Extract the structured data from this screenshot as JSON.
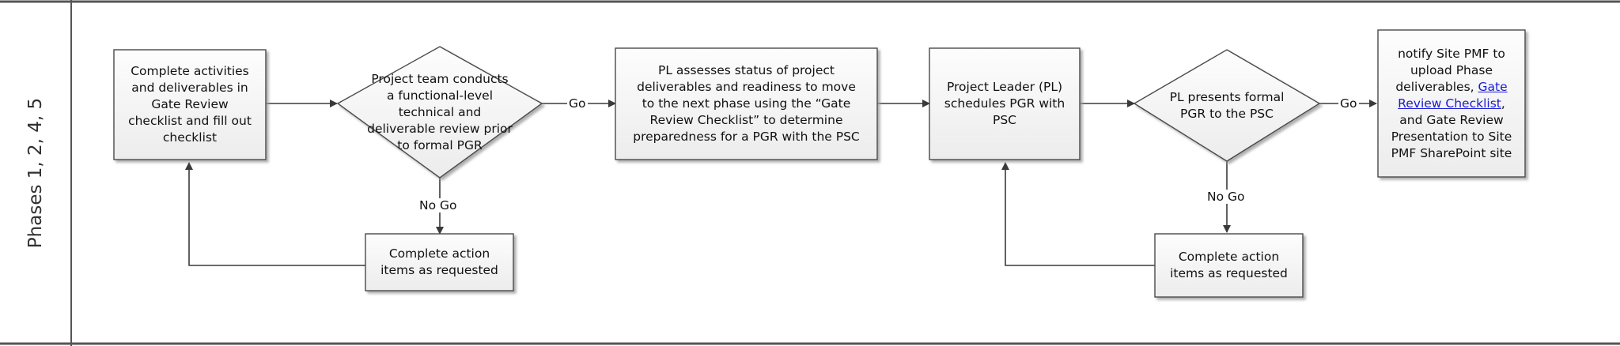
{
  "lane": {
    "label": "Phases 1, 2, 4, 5"
  },
  "nodes": {
    "complete_activities": [
      "Complete activities",
      "and deliverables in",
      "Gate Review",
      "checklist and fill out",
      "checklist"
    ],
    "team_review": [
      "Project team conducts",
      "a functional-level",
      "technical and",
      "deliverable review prior",
      "to formal PGR"
    ],
    "action_items_1": [
      "Complete action",
      "items as requested"
    ],
    "pl_assesses": [
      "PL assesses status of project",
      "deliverables and readiness to move",
      "to the next phase using the “Gate",
      "Review Checklist” to determine",
      "preparedness for a PGR with the PSC"
    ],
    "schedules_pgr": [
      "Project Leader (PL)",
      "schedules PGR with",
      "PSC"
    ],
    "presents_pgr": [
      "PL presents formal",
      "PGR to the PSC"
    ],
    "action_items_2": [
      "Complete action",
      "items as requested"
    ],
    "notify": {
      "line1": "notify Site PMF to",
      "line2": "upload Phase",
      "line3_pre": "deliverables, ",
      "link_part1": "Gate",
      "link_part2": "Review Checklist",
      "line4_post": ",",
      "line5": "and Gate Review",
      "line6": "Presentation to Site",
      "line7": "PMF SharePoint site"
    }
  },
  "edges": {
    "go_1": "Go",
    "no_go_1": "No Go",
    "go_2": "Go",
    "no_go_2": "No Go"
  }
}
